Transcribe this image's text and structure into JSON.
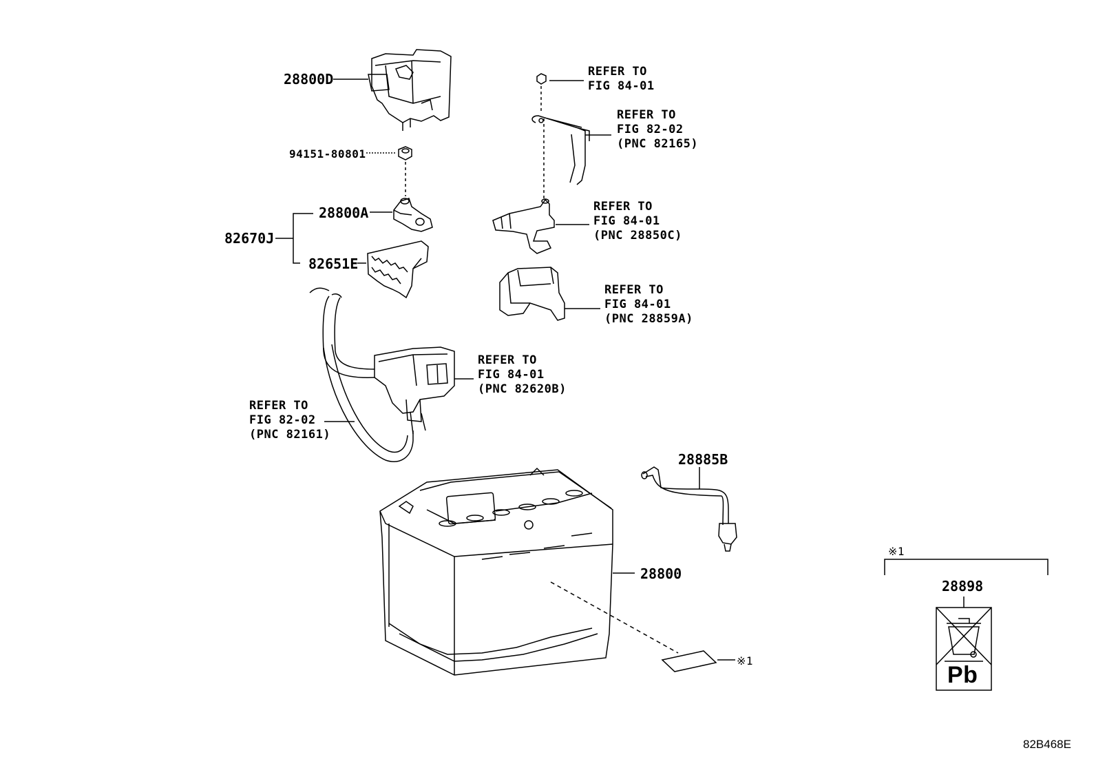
{
  "parts": {
    "p28800D": "28800D",
    "p94151": "94151-80801",
    "p28800A": "28800A",
    "p82670J": "82670J",
    "p82651E": "82651E",
    "p28885B": "28885B",
    "p28800": "28800",
    "p28898": "28898"
  },
  "refs": {
    "nut": "REFER TO\nFIG 84-01",
    "cable_neg": "REFER TO\nFIG 82-02\n(PNC 82165)",
    "sensor": "REFER TO\nFIG 84-01\n(PNC 28850C)",
    "cover": "REFER TO\nFIG 84-01\n(PNC 28859A)",
    "terminal": "REFER TO\nFIG 84-01\n(PNC 82620B)",
    "cable_pos": "REFER TO\nFIG 82-02\n(PNC 82161)"
  },
  "notes": {
    "note_mark_label": "※1",
    "note_mark_group": "※1"
  },
  "label_text": {
    "pb": "Pb"
  },
  "figure_code": "82B468E"
}
